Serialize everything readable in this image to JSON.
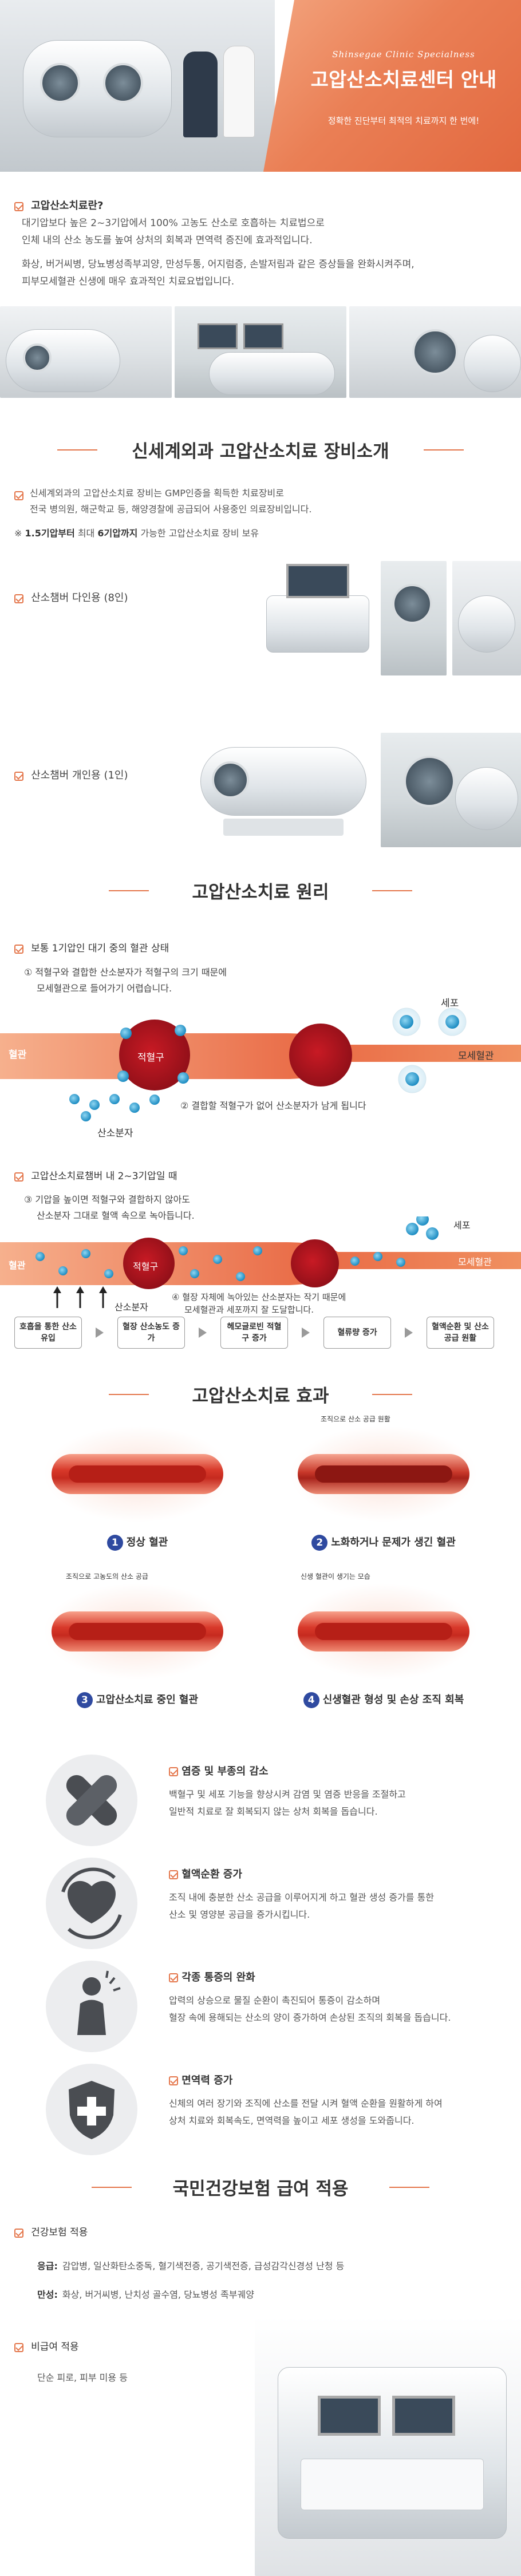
{
  "hero": {
    "clinic_en": "Shinsegae Clinic Specialness",
    "title": "고압산소치료센터 안내",
    "subtitle": "정확한 진단부터 최적의 치료까지 한 번에!"
  },
  "intro": {
    "heading": "고압산소치료란?",
    "paragraphs": [
      "대기압보다 높은 2~3기압에서 100% 고농도 산소로 호흡하는 치료법으로",
      "인체 내의 산소 농도를 높여 상처의 회복과 면역력 증진에 효과적입니다.",
      "화상, 버거씨병, 당뇨병성족부괴양, 만성두통, 어지럼증, 손발저림과 같은 증상들을 완화시켜주며,",
      "피부모세혈관 신생에 매우 효과적인 치료요법입니다."
    ]
  },
  "equipment": {
    "title": "신세계외과 고압산소치료 장비소개",
    "description": [
      "신세계외과의 고압산소치료 장비는 GMP인증을 획득한 치료장비로",
      "전국 병의원, 해군학교 등, 해양경찰에 공급되어 사용중인 의료장비입니다."
    ],
    "note_prefix": "※ ",
    "note_bold1": "1.5기압부터",
    "note_mid": " 최대 ",
    "note_bold2": "6기압까지",
    "note_suffix": " 가능한 고압산소치료 장비 보유",
    "multi": "산소챔버 다인용 (8인)",
    "single": "산소챔버 개인용 (1인)"
  },
  "principle": {
    "title": "고압산소치료 원리",
    "normal_heading": "보통 1기압인 대기 중의 혈관 상태",
    "normal_note1a": "① 적혈구와 결합한 산소분자가 적혈구의 크기 때문에",
    "normal_note1b": "모세혈관으로 들어가기 어렵습니다.",
    "normal_note2": "② 결합할 적혈구가 없어 산소분자가 남게 됩니다",
    "hb_heading": "고압산소치료챔버 내 2~3기압일 때",
    "hb_note3a": "③ 기압을 높이면 적혈구와 결합하지 않아도",
    "hb_note3b": "산소분자 그대로 혈액 속으로 녹아듭니다.",
    "hb_note4a": "④ 혈장 자체에 녹아있는 산소분자는 작기 때문에",
    "hb_note4b": "모세혈관과 세포까지 잘 도달합니다.",
    "label_vessel": "혈관",
    "label_rbc": "적혈구",
    "label_cell": "세포",
    "label_capillary": "모세혈관",
    "label_oxygen": "산소분자",
    "flow": [
      "호흡을 통한 산소 유입",
      "혈장 산소농도 증가",
      "헤모글로빈 적혈구 증가",
      "혈류량 증가",
      "혈액순환 및 산소공급 원활"
    ]
  },
  "effect": {
    "title": "고압산소치료 효과",
    "panels": [
      {
        "num": "1",
        "label": "정상 혈관",
        "caption": ""
      },
      {
        "num": "2",
        "label": "노화하거나 문제가 생긴 혈관",
        "caption": "조직으로 산소 공급 원활"
      },
      {
        "num": "3",
        "label": "고압산소치료 중인 혈관",
        "caption": "조직으로 고농도의 산소 공급"
      },
      {
        "num": "4",
        "label": "신생혈관 형성 및 손상 조직 회복",
        "caption": "신생 혈관이 생기는 모습"
      }
    ],
    "benefits": [
      {
        "title": "염증 및 부종의 감소",
        "lines": [
          "백혈구 및 세포 기능을 향상시켜 감염 및 염증 반응을 조절하고",
          "일반적 치료로 잘 회복되지 않는 상처 회복을 돕습니다."
        ]
      },
      {
        "title": "혈액순환 증가",
        "lines": [
          "조직 내에 충분한 산소 공급을 이루어지게 하고 혈관 생성 증가를 통한",
          "산소 및 영양분 공급을 증가시킵니다."
        ]
      },
      {
        "title": "각종 통증의 완화",
        "lines": [
          "압력의 상승으로 물질 순환이 촉진되어 통증이 감소하며",
          "혈장 속에 용해되는 산소의 양이 증가하여 손상된 조직의 회복을 돕습니다."
        ]
      },
      {
        "title": "면역력 증가",
        "lines": [
          "신체의 여러 장기와 조직에 산소를 전달 시켜 혈액 순환을 원활하게 하여",
          "상처 치료와 회복속도, 면역력을 높이고 세포 생성을 도와줍니다."
        ]
      }
    ]
  },
  "insurance": {
    "title": "국민건강보험 급여 적용",
    "covered_heading": "건강보험 적용",
    "emergency_label": "응급:",
    "emergency_text": "감압병, 일산화탄소중독, 혈기색전증, 공기색전증, 급성감각신경성 난청 등",
    "chronic_label": "만성:",
    "chronic_text": "화상, 버거씨병, 난치성 골수염, 당뇨병성 족부궤양",
    "noncovered_heading": "비급여 적용",
    "noncovered_text": "단순 피로, 피부 미용 등"
  },
  "colors": {
    "accent": "#e4764b",
    "blood": "#d8392a",
    "navy": "#2f4aa0",
    "oxygen": "#3aa7d8"
  }
}
